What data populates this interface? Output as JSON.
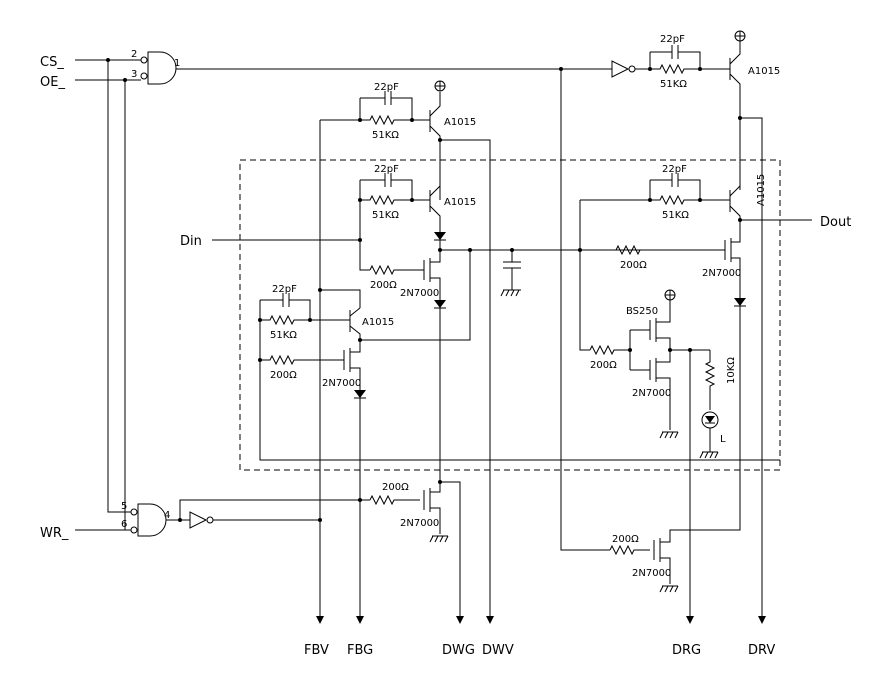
{
  "signals": {
    "cs": "CS_",
    "oe": "OE_",
    "wr": "WR_",
    "din": "Din",
    "dout": "Dout",
    "fbv": "FBV",
    "fbg": "FBG",
    "dwg": "DWG",
    "dwv": "DWV",
    "drg": "DRG",
    "drv": "DRV"
  },
  "pins": {
    "g1_in_a": "2",
    "g1_in_b": "3",
    "g1_out": "1",
    "g2_in_a": "5",
    "g2_in_b": "6",
    "g2_out": "4"
  },
  "components": {
    "cap": "22pF",
    "r_feedback": "51KΩ",
    "r_gate": "200Ω",
    "r_led": "10KΩ",
    "pnp": "A1015",
    "nmos": "2N7000",
    "pmos": "BS250",
    "led": "L"
  }
}
